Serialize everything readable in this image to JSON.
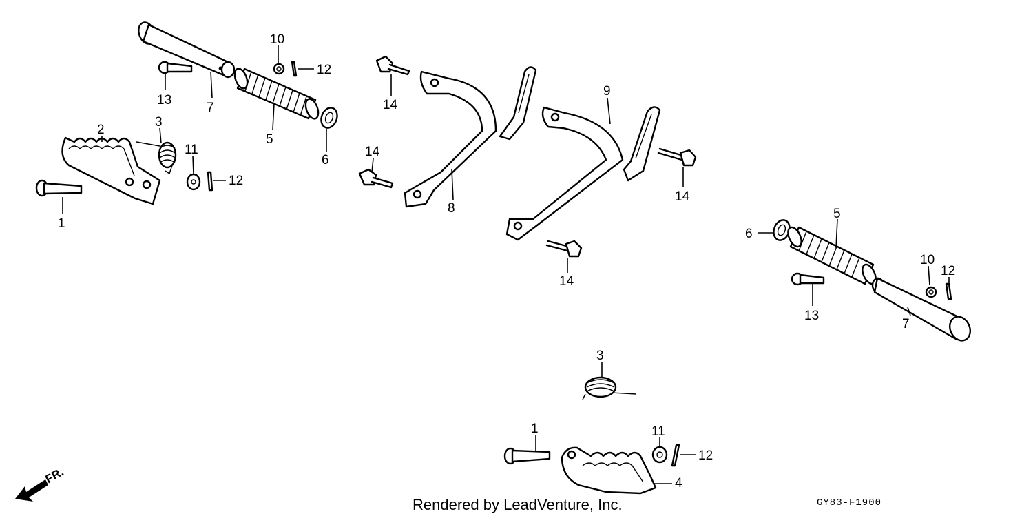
{
  "diagram": {
    "callouts": {
      "c1a": "1",
      "c2": "2",
      "c3a": "3",
      "c5a": "5",
      "c6a": "6",
      "c7a": "7",
      "c10a": "10",
      "c11a": "11",
      "c12a": "12",
      "c12b": "12",
      "c13a": "13",
      "c14a": "14",
      "c14b": "14",
      "c8": "8",
      "c9": "9",
      "c14c": "14",
      "c14d": "14",
      "c6b": "6",
      "c5b": "5",
      "c10b": "10",
      "c12c": "12",
      "c13b": "13",
      "c7b": "7",
      "c3b": "3",
      "c1b": "1",
      "c11b": "11",
      "c12d": "12",
      "c4": "4"
    },
    "front_indicator": "FR.",
    "footer_text": "Rendered by LeadVenture, Inc.",
    "diagram_code": "GY83-F1900"
  }
}
